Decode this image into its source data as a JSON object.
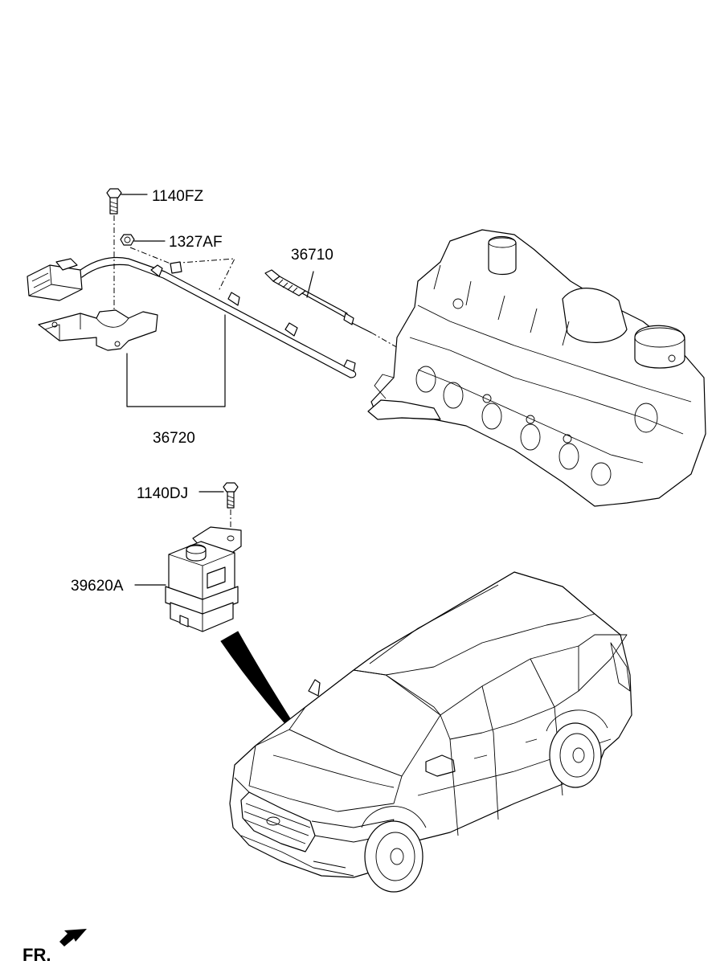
{
  "labels": {
    "bolt_top": "1140FZ",
    "nut": "1327AF",
    "glow_plug": "36710",
    "harness": "36720",
    "bolt_relay": "1140DJ",
    "relay": "39620A"
  },
  "direction": {
    "text": "FR."
  }
}
